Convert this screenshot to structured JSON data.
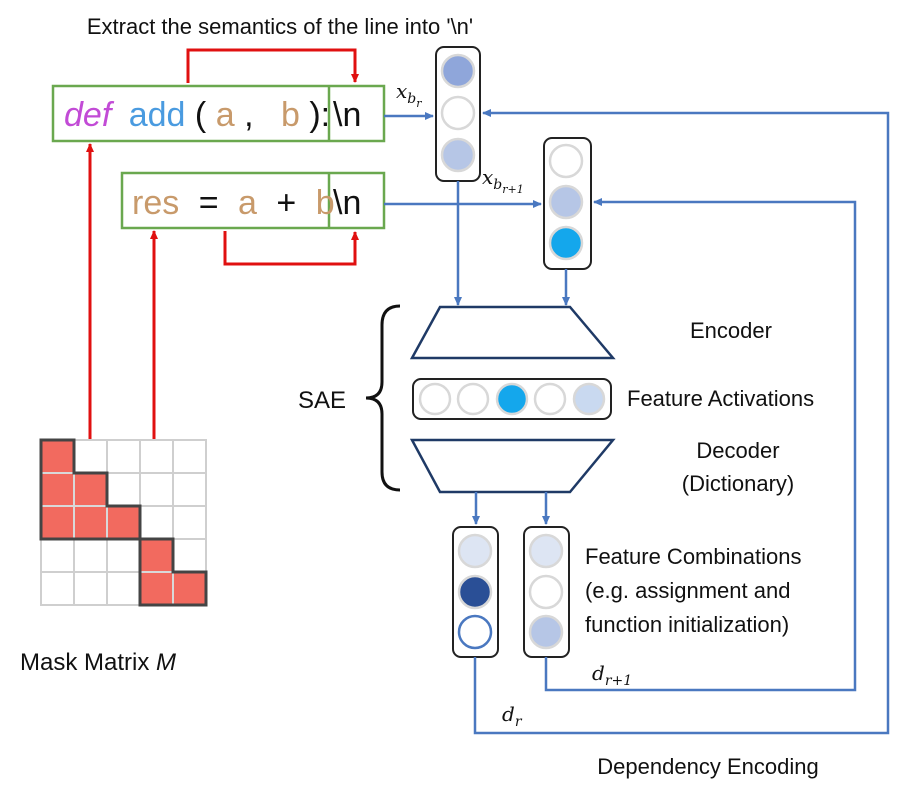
{
  "colors": {
    "flow_blue": "#4a78c0",
    "red_arrow": "#e01010",
    "green_box": "#6aa84f",
    "keyword_def": "#c24bd6",
    "func_name": "#4a9be0",
    "variable": "#c89a6b",
    "plain_text": "#111111",
    "mask_fill": "#f26a5f",
    "mask_grid": "#cfcfcf",
    "circle_light": "#b6c6e6",
    "circle_pale": "#dde5f3",
    "circle_bright": "#14a7ec",
    "circle_dark": "#2a4f96",
    "circle_mid": "#8fa6da"
  },
  "header": {
    "text": "Extract the semantics of the line into '\\n'"
  },
  "code": {
    "line1": {
      "keyword": "def",
      "func": "add",
      "open_paren": "(",
      "arg_a": "a",
      "comma": ",",
      "arg_b": "b",
      "close": "):",
      "newline": "\\n"
    },
    "line2": {
      "var": "res",
      "eq": "=",
      "a": "a",
      "plus": "+",
      "b": "b",
      "newline": "\\n"
    }
  },
  "vectors": {
    "x_br_base": "x",
    "x_br_sub": "b",
    "x_br_subsub": "r",
    "x_br1_base": "x",
    "x_br1_sub": "b",
    "x_br1_subsub": "r+1",
    "d_r_base": "d",
    "d_r_sub": "r",
    "d_r1_base": "d",
    "d_r1_sub": "r+1"
  },
  "sae": {
    "label": "SAE",
    "encoder": "Encoder",
    "activations": "Feature Activations",
    "decoder_line1": "Decoder",
    "decoder_line2": "(Dictionary)"
  },
  "combos": {
    "line1": "Feature Combinations",
    "line2": "(e.g. assignment and",
    "line3": "function initialization)"
  },
  "mask": {
    "label_prefix": "Mask Matrix ",
    "label_var": "M",
    "grid_size": 5,
    "filled_cells": [
      [
        0,
        0
      ],
      [
        1,
        0
      ],
      [
        1,
        1
      ],
      [
        2,
        0
      ],
      [
        2,
        1
      ],
      [
        2,
        2
      ],
      [
        3,
        3
      ],
      [
        4,
        3
      ],
      [
        4,
        4
      ]
    ]
  },
  "footer": {
    "dependency": "Dependency Encoding"
  }
}
